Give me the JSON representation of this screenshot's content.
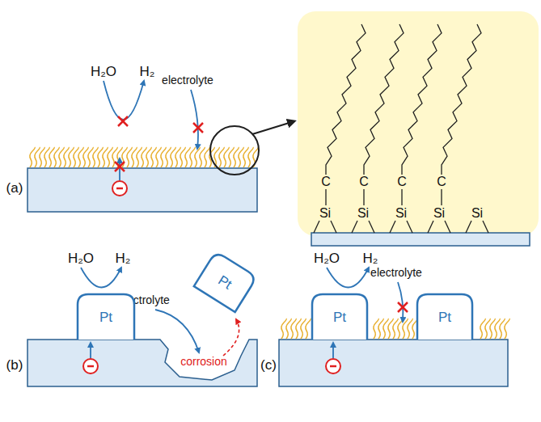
{
  "diagram": {
    "nodes": [
      {
        "text": [
          "Pt"
        ]
      },
      {
        "text": [
          "Pt"
        ]
      },
      {
        "text": [
          "Pt"
        ]
      },
      {
        "text": [
          "Pt"
        ]
      }
    ],
    "labels": [
      "H₂O",
      "H₂",
      "electrolyte",
      "(a)",
      "C",
      "C",
      "C",
      "C",
      "Si",
      "Si",
      "Si",
      "Si",
      "Si",
      "H₂O",
      "H₂",
      "electrolyte",
      "corrosion",
      "(b)",
      "H₂O",
      "H₂",
      "electrolyte",
      "(c)"
    ]
  }
}
